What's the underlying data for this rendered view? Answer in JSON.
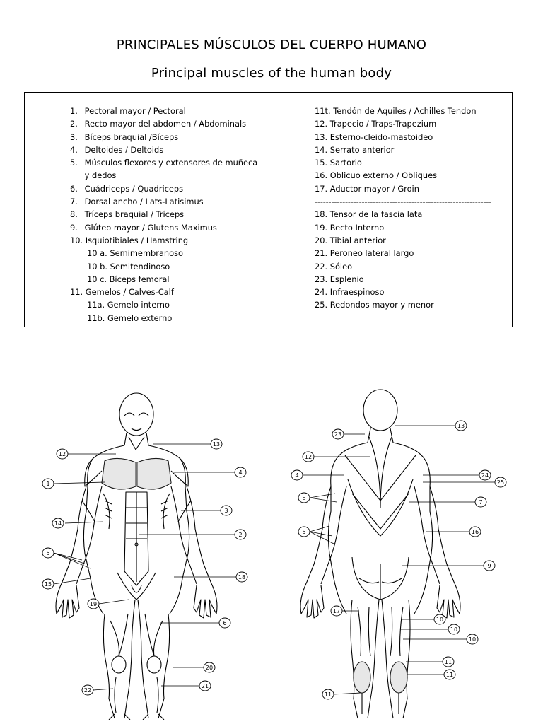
{
  "header": {
    "title_es": "PRINCIPALES MÚSCULOS DEL CUERPO HUMANO",
    "title_en": "Principal muscles of the human body"
  },
  "legend_left": [
    {
      "num": "1.",
      "text": "Pectoral mayor / Pectoral"
    },
    {
      "num": "2.",
      "text": "Recto mayor del abdomen / Abdominals"
    },
    {
      "num": "3.",
      "text": "Bíceps braquial /Bíceps"
    },
    {
      "num": "4.",
      "text": "Deltoides / Deltoids"
    },
    {
      "num": "5.",
      "text": "Músculos flexores y extensores de muñeca y dedos"
    },
    {
      "num": "6.",
      "text": "Cuádriceps / Quadriceps"
    },
    {
      "num": "7.",
      "text": "Dorsal ancho / Lats-Latisimus"
    },
    {
      "num": "8.",
      "text": "Tríceps braquial / Tríceps"
    },
    {
      "num": "9.",
      "text": "Glúteo mayor / Glutens Maximus"
    },
    {
      "num": "10.",
      "text": "Isquiotibiales / Hamstring"
    },
    {
      "num": "",
      "text": "10 a. Semimembranoso",
      "sub": true
    },
    {
      "num": "",
      "text": "10 b. Semitendinoso",
      "sub": true
    },
    {
      "num": "",
      "text": "10 c. Bíceps femoral",
      "sub": true
    },
    {
      "num": "11.",
      "text": "Gemelos / Calves-Calf"
    },
    {
      "num": "",
      "text": "11a. Gemelo interno",
      "sub": true
    },
    {
      "num": "",
      "text": "11b. Gemelo externo",
      "sub": true
    }
  ],
  "legend_right_top": [
    "11t. Tendón de Aquiles / Achilles Tendon",
    "12. Trapecio / Traps-Trapezium",
    "13. Esterno-cleido-mastoideo",
    "14. Serrato anterior",
    "15. Sartorio",
    "16. Oblicuo externo / Obliques",
    "17. Aductor mayor / Groin"
  ],
  "separator": "----------------------------------------------------------------",
  "legend_right_bottom": [
    "18. Tensor de la fascia lata",
    "19. Recto Interno",
    "20. Tibial anterior",
    "21. Peroneo lateral largo",
    "22. Sóleo",
    "23. Esplenio",
    "24. Infraespinoso",
    "25. Redondos mayor y menor"
  ],
  "front_callouts": [
    "12",
    "13",
    "1",
    "4",
    "3",
    "14",
    "2",
    "5",
    "15",
    "18",
    "19",
    "6",
    "20",
    "22",
    "21"
  ],
  "back_callouts": [
    "23",
    "13",
    "12",
    "4",
    "24",
    "25",
    "8",
    "7",
    "5",
    "16",
    "9",
    "17",
    "10",
    "10",
    "10",
    "11",
    "11",
    "11"
  ],
  "colors": {
    "ink": "#000000",
    "paper": "#ffffff",
    "shade": "#bdbdbd"
  }
}
